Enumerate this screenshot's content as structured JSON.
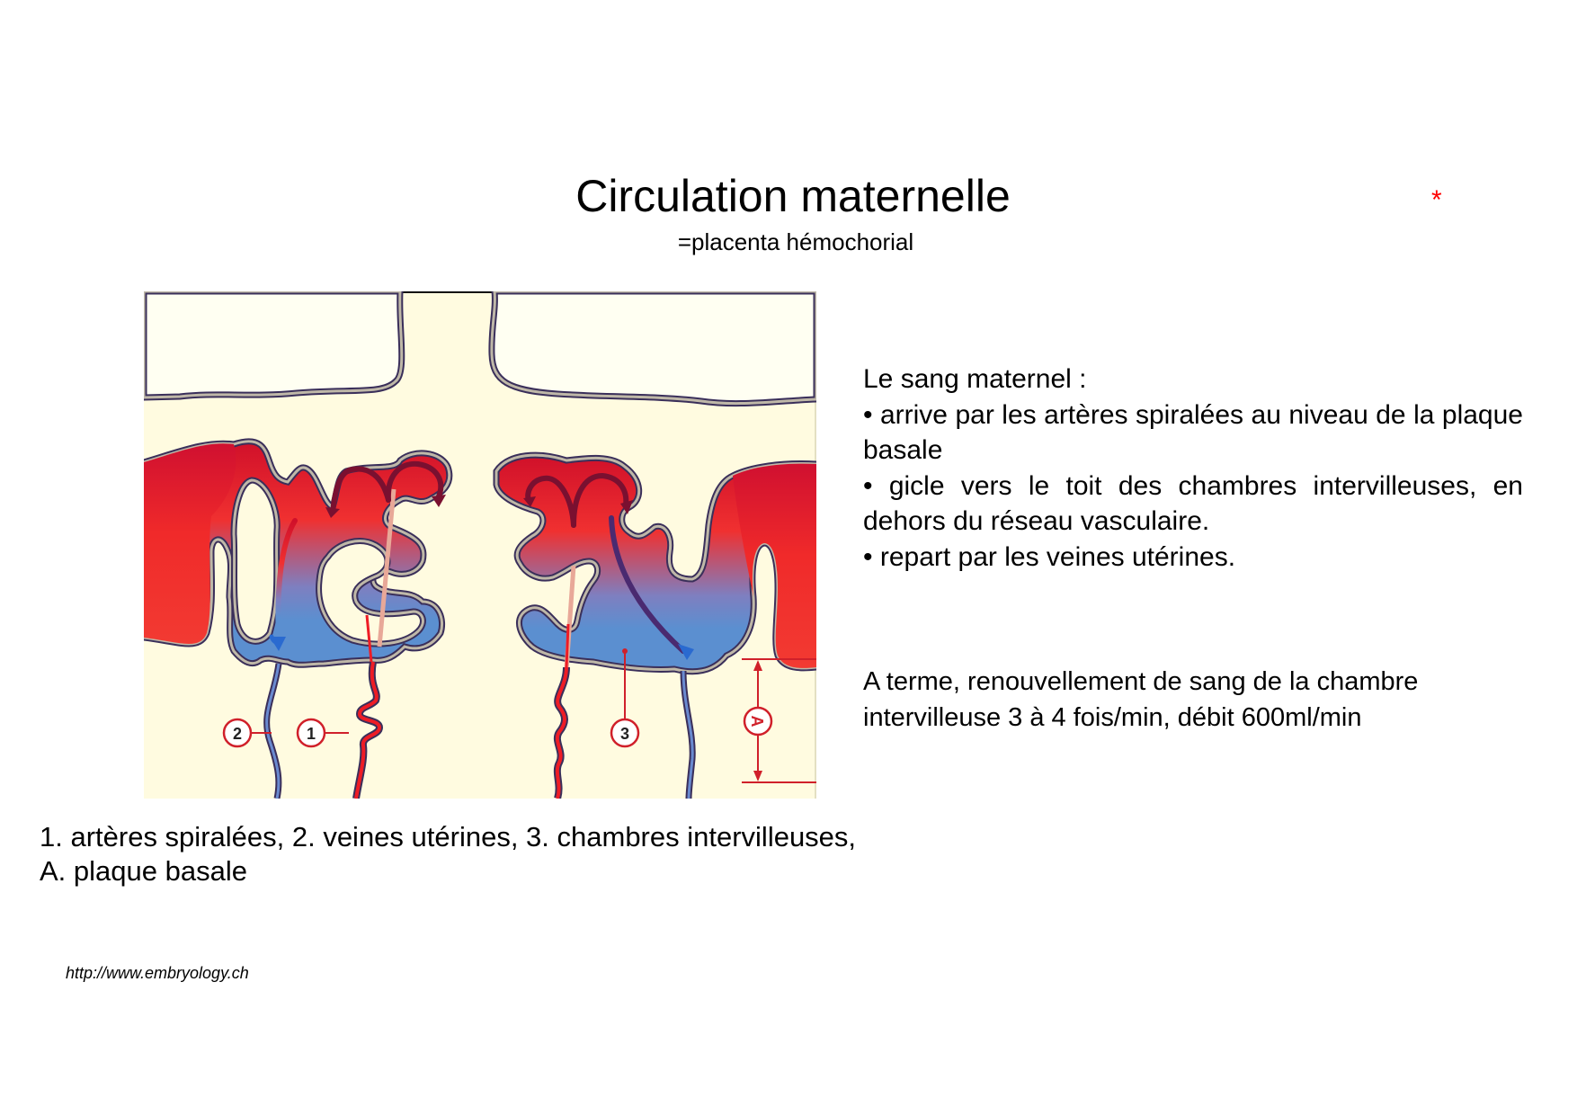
{
  "slide": {
    "title": "Circulation maternelle",
    "subtitle": "=placenta hémochorial",
    "marker": "*",
    "marker_color": "#ff0000"
  },
  "diagram": {
    "name": "placenta-maternal-circulation",
    "labels": {
      "l1": "1",
      "l2": "2",
      "l3": "3",
      "lA": "A"
    },
    "colors": {
      "background": "#fffbe0",
      "villus_fill": "#fffff0",
      "arterial": "#ee1c25",
      "venous": "#5b8fd0",
      "outline": "#3a2f5a",
      "label_ring": "#d0202a",
      "arrow_dark": "#7a1030"
    }
  },
  "description": {
    "intro": "Le sang maternel :",
    "bullets": [
      "• arrive par les artères spiralées au niveau de la plaque basale",
      "• gicle vers le toit des chambres intervilleuses, en dehors du réseau vasculaire.",
      "• repart par les veines utérines."
    ]
  },
  "note": {
    "line1": "A terme, renouvellement de sang de la chambre",
    "line2": "intervilleuse 3 à 4 fois/min, débit 600ml/min"
  },
  "legend": {
    "line1": "1. artères spiralées, 2. veines utérines, 3. chambres intervilleuses,",
    "line2": "A. plaque basale"
  },
  "source": {
    "url_text": "http://www.embryology.ch"
  }
}
